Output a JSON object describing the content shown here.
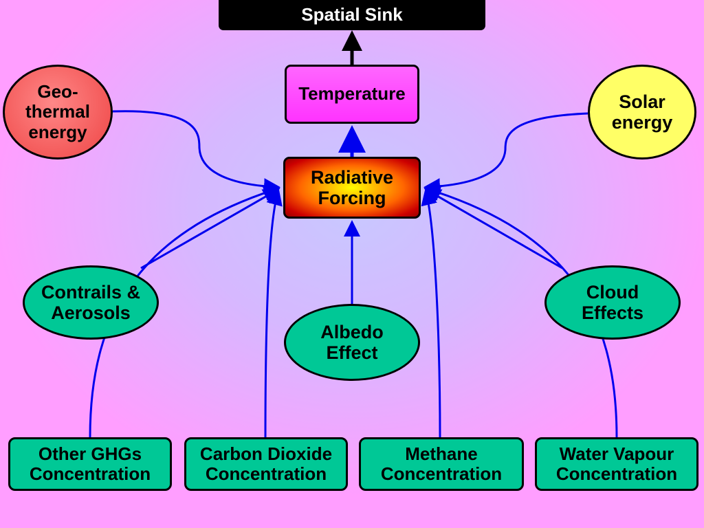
{
  "nodes": {
    "spatial_sink": "Spatial  Sink",
    "temperature": "Temperature",
    "radiative_forcing": "Radiative\nForcing",
    "geothermal": "Geo-\nthermal\nenergy",
    "solar": "Solar\nenergy",
    "contrails": "Contrails &\nAerosols",
    "albedo": "Albedo\nEffect",
    "cloud": "Cloud\nEffects",
    "other_ghgs": "Other GHGs\nConcentration",
    "co2": "Carbon Dioxide\nConcentration",
    "methane": "Methane\nConcentration",
    "water_vapour": "Water Vapour\nConcentration"
  },
  "colors": {
    "background": "#ff9eff",
    "arrow": "#0000ee",
    "node_teal": "#00c896",
    "temperature": "#ff44ff",
    "geothermal": "#ee4444",
    "solar": "#ffff66",
    "sink": "#000000"
  }
}
